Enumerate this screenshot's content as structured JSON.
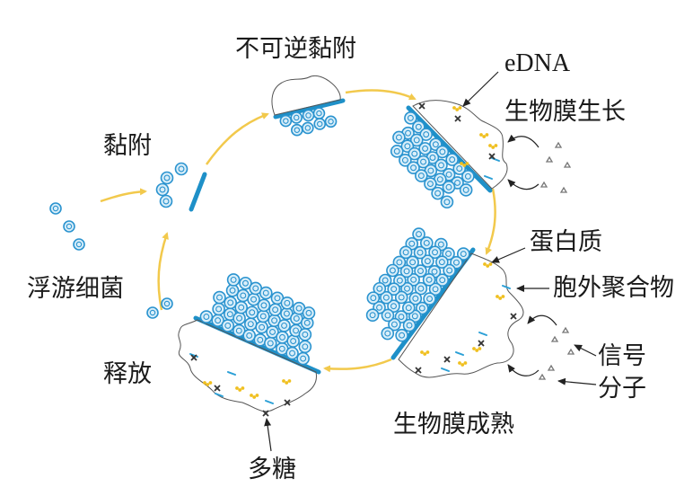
{
  "labels": {
    "irreversible_adhesion": "不可逆黏附",
    "edna": "eDNA",
    "biofilm_growth": "生物膜生长",
    "adhesion": "黏附",
    "planktonic_bacteria": "浮游细菌",
    "protein": "蛋白质",
    "eps": "胞外聚合物",
    "signal_line1": "信号",
    "signal_line2": "分子",
    "release": "释放",
    "biofilm_maturation": "生物膜成熟",
    "polysaccharide": "多糖"
  },
  "colors": {
    "cycle_arrow": "#f2c94c",
    "surface": "#1e90c8",
    "cell_fill": "#d9eef9",
    "cell_stroke": "#2a93cf",
    "protein": "#f0c020",
    "eps_fiber": "#2a9fd6",
    "polysaccharide": "#333333",
    "signal": "#777777"
  }
}
